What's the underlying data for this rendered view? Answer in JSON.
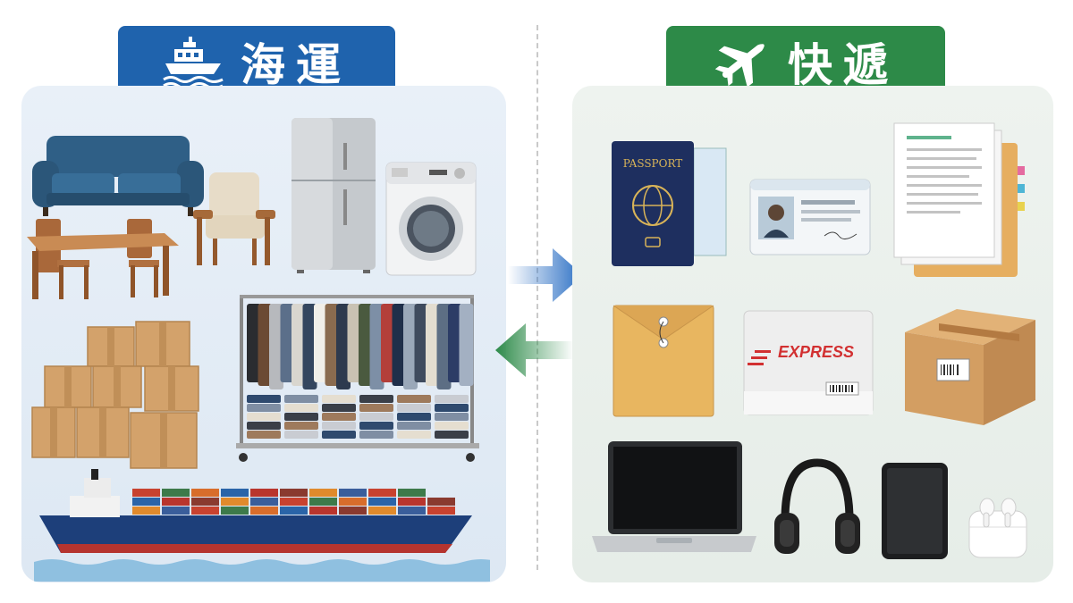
{
  "sea": {
    "title": "海運",
    "icon": "ship-icon",
    "color": "#1f63ad",
    "items": [
      "sofa",
      "armchair",
      "dining-table",
      "refrigerator",
      "washing-machine",
      "cardboard-boxes",
      "clothing-rack",
      "cargo-ship"
    ]
  },
  "air": {
    "title": "快遞",
    "icon": "airplane-icon",
    "color": "#2d8a48",
    "items": [
      "passport",
      "id-card",
      "documents",
      "envelope",
      "express-mailer",
      "parcel-box",
      "laptop",
      "headphones",
      "tablet",
      "earbuds"
    ],
    "passport_label": "PASSPORT",
    "express_label": "EXPRESS"
  },
  "arrows": {
    "right_color": "#2b6fc4",
    "left_color": "#2e8b4a"
  }
}
